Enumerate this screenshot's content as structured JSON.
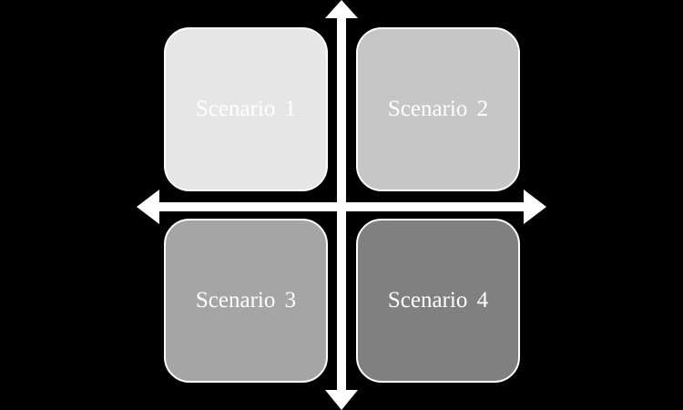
{
  "quadrants": [
    {
      "label": "Scenario 1",
      "fill": "#e6e6e6"
    },
    {
      "label": "Scenario 2",
      "fill": "#c6c6c6"
    },
    {
      "label": "Scenario 3",
      "fill": "#a5a5a5"
    },
    {
      "label": "Scenario 4",
      "fill": "#808080"
    }
  ],
  "colors": {
    "background": "#000000",
    "arrow": "#ffffff",
    "border": "#ffffff",
    "text": "#ffffff"
  }
}
